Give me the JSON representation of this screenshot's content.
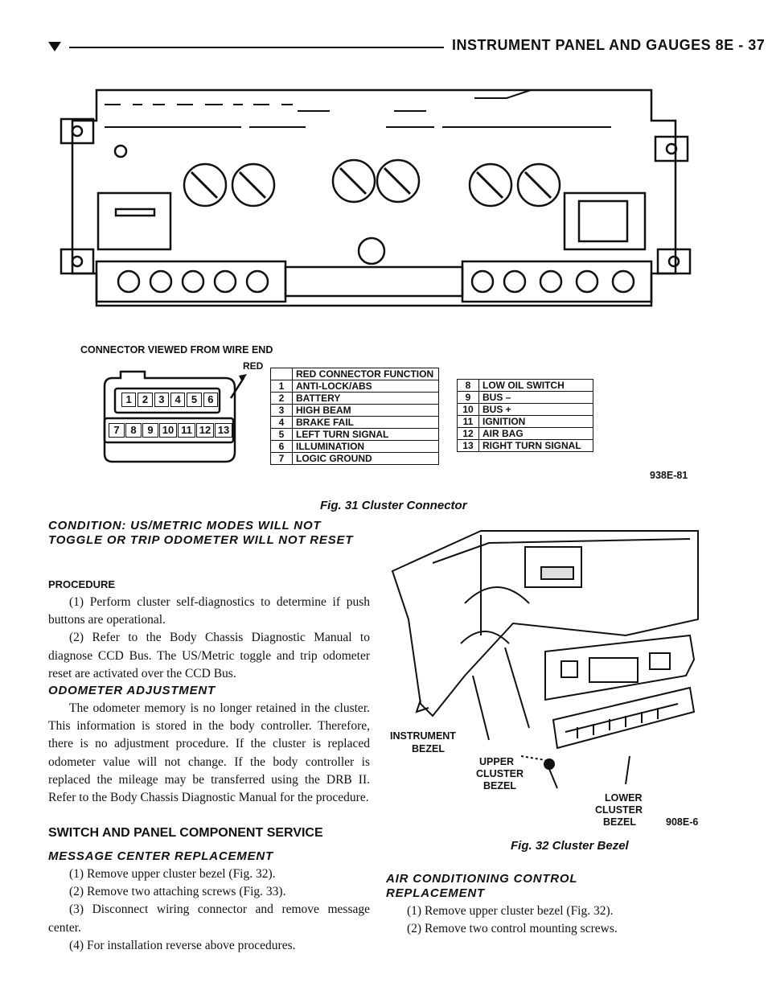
{
  "header": {
    "title": "INSTRUMENT PANEL AND GAUGES 8E - 37"
  },
  "fig31": {
    "connector_label": "CONNECTOR VIEWED FROM WIRE END",
    "red_label": "RED",
    "pins_top": [
      "1",
      "2",
      "3",
      "4",
      "5",
      "6"
    ],
    "pins_bottom": [
      "7",
      "8",
      "9",
      "10",
      "11",
      "12",
      "13"
    ],
    "table_left": {
      "heading": "RED CONNECTOR FUNCTION",
      "rows": [
        {
          "n": "1",
          "f": "ANTI-LOCK/ABS"
        },
        {
          "n": "2",
          "f": "BATTERY"
        },
        {
          "n": "3",
          "f": "HIGH BEAM"
        },
        {
          "n": "4",
          "f": "BRAKE FAIL"
        },
        {
          "n": "5",
          "f": "LEFT TURN SIGNAL"
        },
        {
          "n": "6",
          "f": "ILLUMINATION"
        },
        {
          "n": "7",
          "f": "LOGIC GROUND"
        }
      ]
    },
    "table_right": {
      "rows": [
        {
          "n": "8",
          "f": "LOW OIL SWITCH"
        },
        {
          "n": "9",
          "f": "BUS –"
        },
        {
          "n": "10",
          "f": "BUS +"
        },
        {
          "n": "11",
          "f": "IGNITION"
        },
        {
          "n": "12",
          "f": "AIR BAG"
        },
        {
          "n": "13",
          "f": "RIGHT TURN SIGNAL"
        }
      ]
    },
    "code": "938E-81",
    "caption": "Fig. 31 Cluster Connector"
  },
  "condition": {
    "title": "CONDITION: US/METRIC MODES WILL NOT TOGGLE OR TRIP ODOMETER WILL NOT RESET",
    "procedure_label": "PROCEDURE",
    "steps": [
      "(1) Perform cluster self-diagnostics to determine if push buttons are operational.",
      "(2) Refer to the Body Chassis Diagnostic Manual to diagnose CCD Bus. The US/Metric toggle and trip odometer reset are activated over the CCD Bus."
    ]
  },
  "odometer": {
    "title": "ODOMETER ADJUSTMENT",
    "text": "The odometer memory is no longer retained in the cluster. This information is stored in the body controller. Therefore, there is no adjustment procedure. If the cluster is replaced odometer value will not change. If the body controller is replaced the mileage may be transferred using the DRB II. Refer to the Body Chassis Diagnostic Manual for the procedure."
  },
  "switch_section": {
    "title": "SWITCH AND PANEL COMPONENT SERVICE"
  },
  "message_center": {
    "title": "MESSAGE CENTER REPLACEMENT",
    "steps": [
      "(1) Remove upper cluster bezel (Fig. 32).",
      "(2) Remove two attaching screws (Fig. 33).",
      "(3) Disconnect wiring connector and remove message center.",
      "(4) For installation reverse above procedures."
    ]
  },
  "fig32": {
    "label_instrument_1": "INSTRUMENT",
    "label_instrument_2": "BEZEL",
    "label_upper_1": "UPPER",
    "label_upper_2": "CLUSTER",
    "label_upper_3": "BEZEL",
    "label_lower_1": "LOWER",
    "label_lower_2": "CLUSTER",
    "label_lower_3": "BEZEL",
    "code": "908E-6",
    "caption": "Fig. 32 Cluster Bezel"
  },
  "ac_control": {
    "title": "AIR CONDITIONING CONTROL REPLACEMENT",
    "steps": [
      "(1) Remove upper cluster bezel (Fig. 32).",
      "(2) Remove two control mounting screws."
    ]
  }
}
